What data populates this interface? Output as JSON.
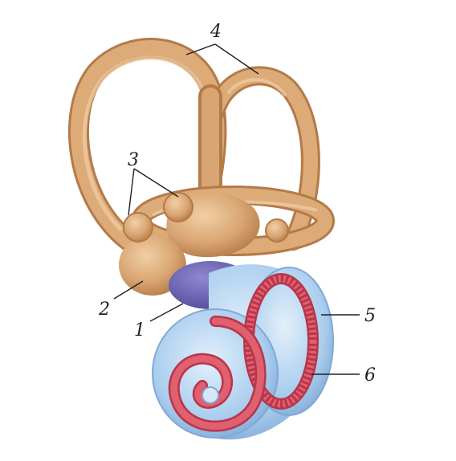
{
  "labels": {
    "l1": "1",
    "l2": "2",
    "l3": "3",
    "l4": "4",
    "l5": "5",
    "l6": "6"
  },
  "parts": {
    "canals": "semicircular-canals",
    "ampullae": "ampullae",
    "vestibule": "vestibule",
    "oval_window": "oval-window",
    "cochlea": "cochlea",
    "cochlear_duct": "cochlear-duct"
  },
  "colors": {
    "bone": "#d9a673",
    "bone_dark": "#b47a48",
    "bone_light": "#edc79c",
    "window": "#6b63b5",
    "cochlea": "#a9cdee",
    "cochlea_light": "#d6e8f8",
    "duct": "#d0485a",
    "duct_light": "#f08a95"
  }
}
